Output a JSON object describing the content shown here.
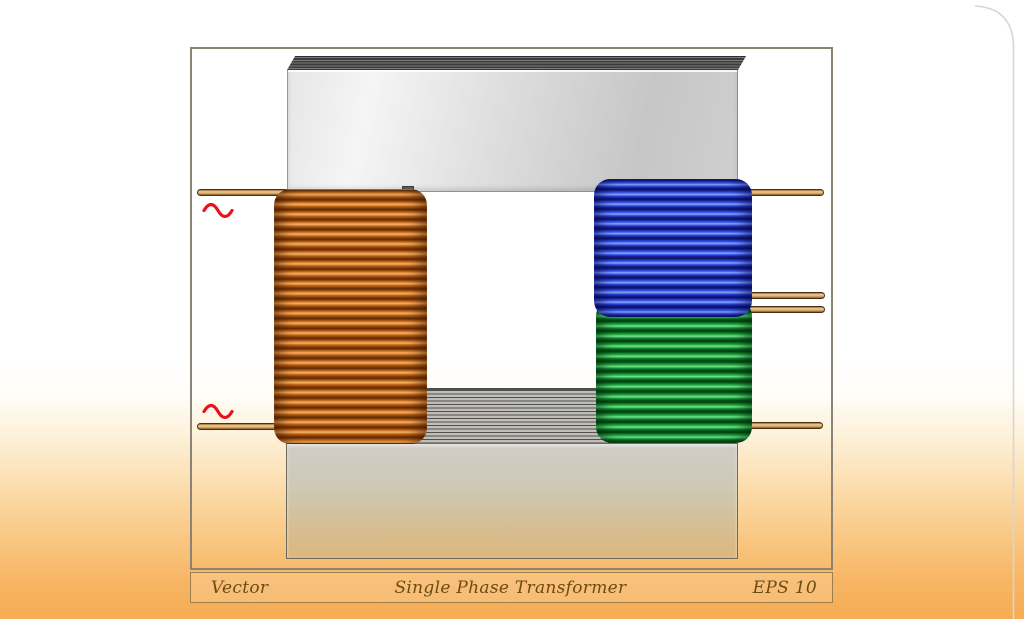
{
  "caption_bar": {
    "left_label": "Vector",
    "center_label": "Single Phase Transformer",
    "right_label": "EPS 10"
  },
  "icons": {
    "ac_source_glyph": "∿",
    "ac_source_count": 2
  },
  "theme": {
    "--caption-ink": "#6b4b15",
    "--frame-border": "#8b8278",
    "--ac-red": "#e8111c",
    "--bg-orange": "#f6ac52",
    "--core-top": "#3c3c3c",
    "--core-silver-light": "#f5f5f5",
    "--core-silver-dark": "#c6c6c6",
    "--coil-orange-mid": "#c2661a",
    "--coil-orange-light": "#f7b468",
    "--coil-orange-dark": "#5e2a06",
    "--coil-blue-mid": "#2e4ade",
    "--coil-blue-light": "#8fa6ff",
    "--coil-blue-dark": "#0d1260",
    "--coil-green-mid": "#16953a",
    "--coil-green-light": "#7ae592",
    "--coil-green-dark": "#033d12",
    "--wire-mid": "#d9a96a",
    "--wire-light": "#eecf9a",
    "--wire-dark": "#5a3a1a"
  }
}
